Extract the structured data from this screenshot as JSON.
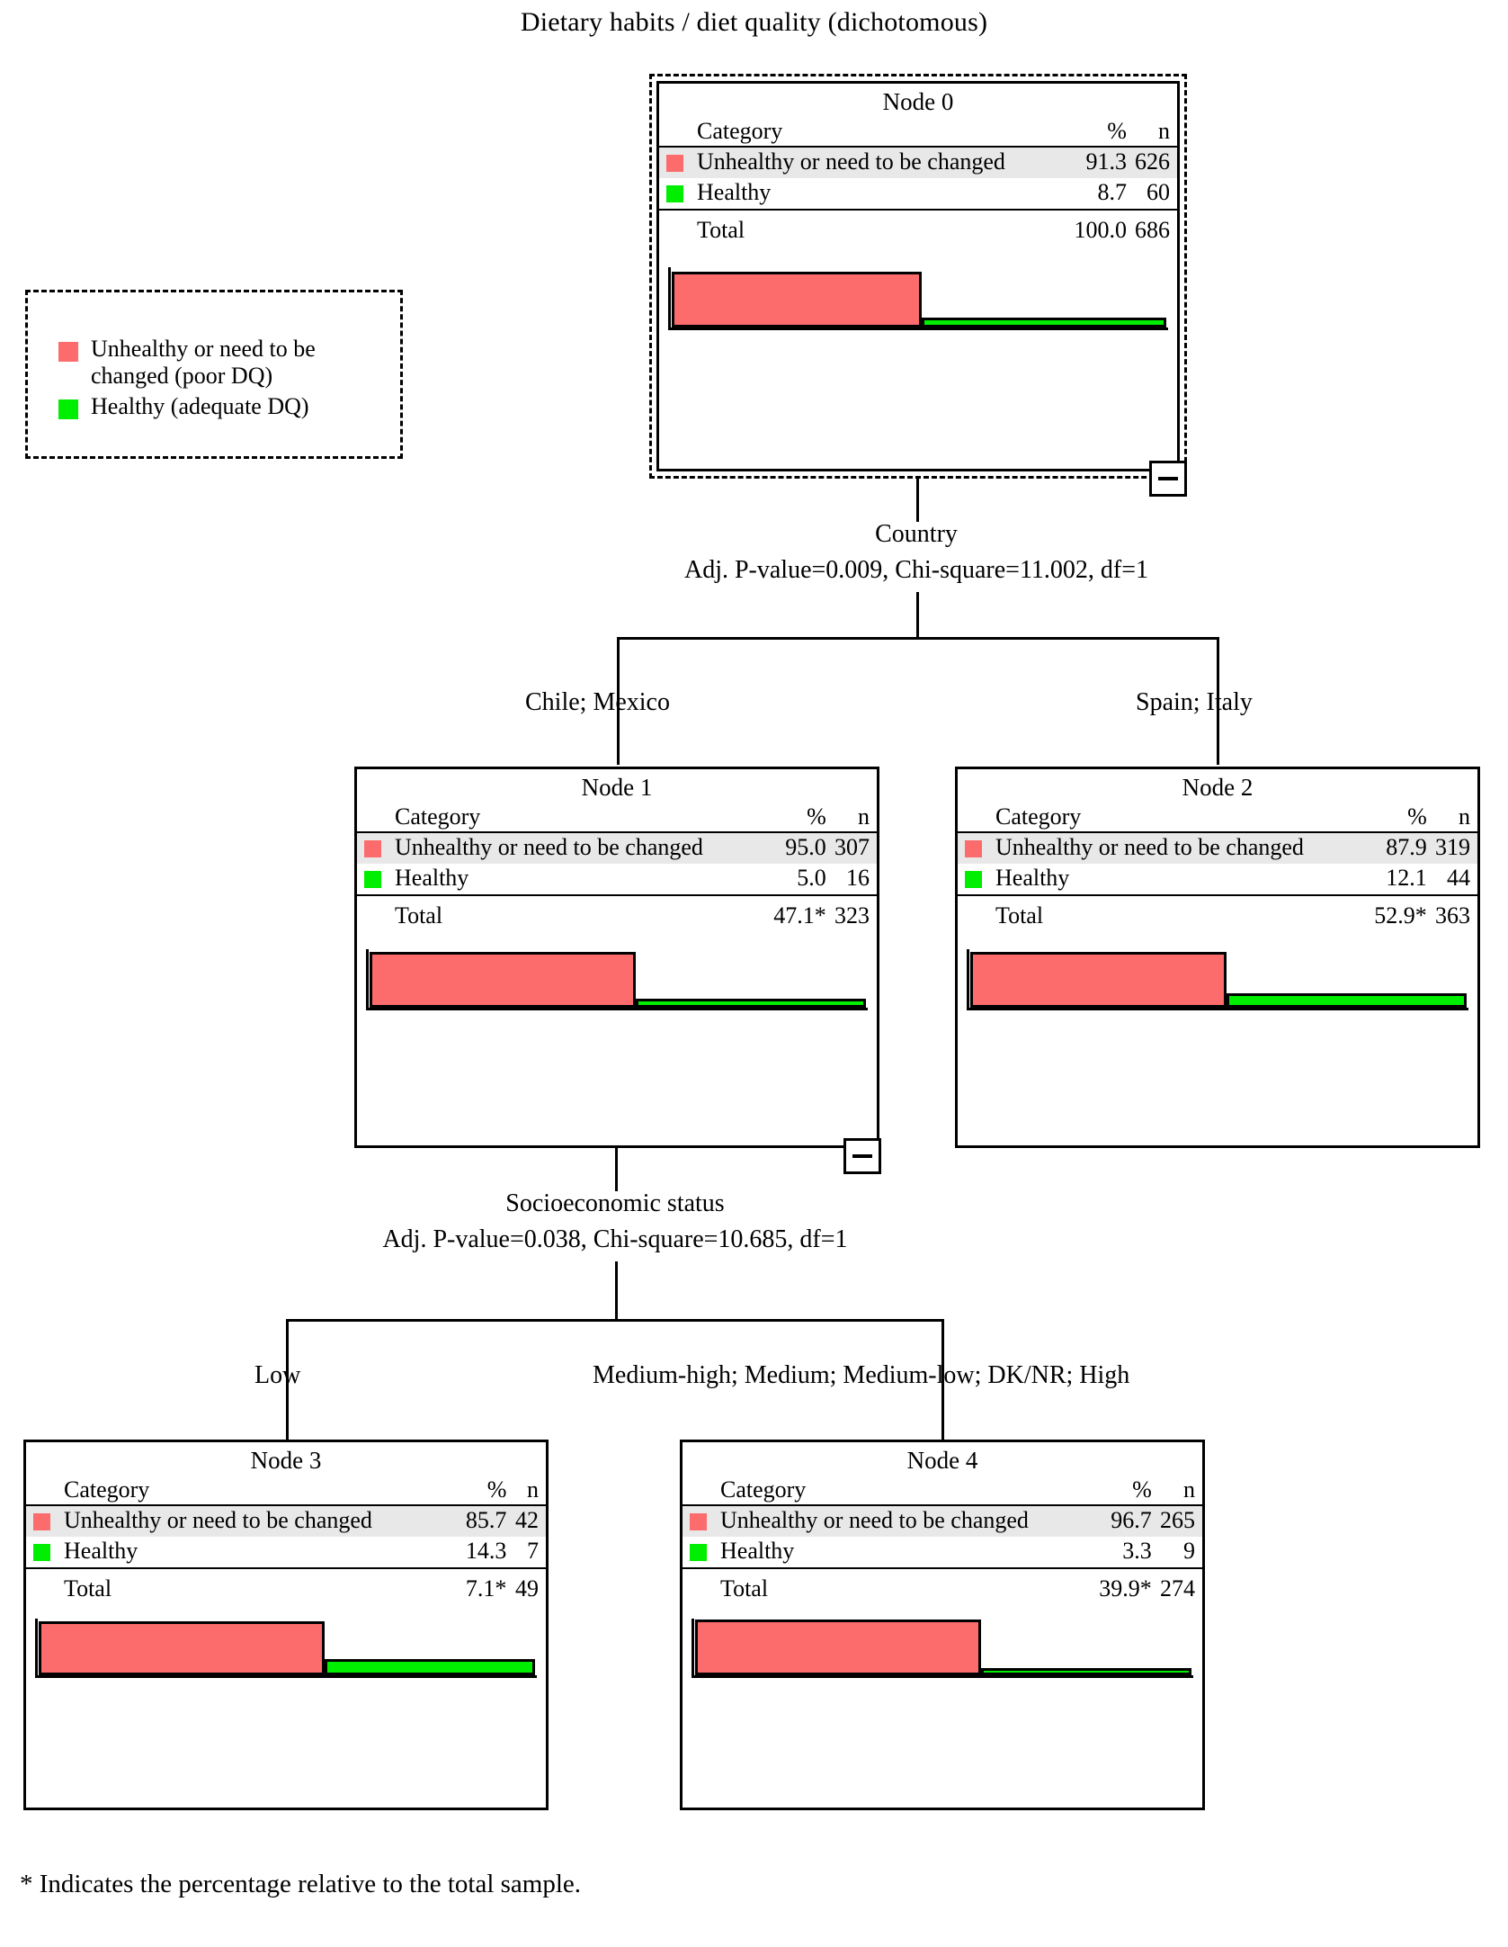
{
  "title": "Dietary habits / diet quality (dichotomous)",
  "colors": {
    "unhealthy": "#FC6C6C",
    "healthy": "#00EE00",
    "row_highlight": "#E8E8E8",
    "outline": "#000000"
  },
  "legend": {
    "name": "legend",
    "items": [
      {
        "swatch": "unhealthy-swatch",
        "label": "Unhealthy or need to be changed (poor DQ)"
      },
      {
        "swatch": "healthy-swatch",
        "label": "Healthy (adequate DQ)"
      }
    ]
  },
  "table_headers": {
    "category": "Category",
    "percent": "%",
    "n": "n",
    "total": "Total"
  },
  "nodes": {
    "node0": {
      "title": "Node 0",
      "rows": [
        {
          "label": "Unhealthy or need to be changed",
          "pct": "91.3",
          "n": "626"
        },
        {
          "label": "Healthy",
          "pct": "8.7",
          "n": "60"
        }
      ],
      "total": {
        "label": "Total",
        "pct": "100.0",
        "n": "686"
      },
      "bar": {
        "unhealthy_pct": 91.3,
        "healthy_pct": 8.7
      }
    },
    "node1": {
      "title": "Node 1",
      "rows": [
        {
          "label": "Unhealthy or need to be changed",
          "pct": "95.0",
          "n": "307"
        },
        {
          "label": "Healthy",
          "pct": "5.0",
          "n": "16"
        }
      ],
      "total": {
        "label": "Total",
        "pct": "47.1*",
        "n": "323"
      },
      "bar": {
        "unhealthy_pct": 95.0,
        "healthy_pct": 5.0
      }
    },
    "node2": {
      "title": "Node 2",
      "rows": [
        {
          "label": "Unhealthy or need to be changed",
          "pct": "87.9",
          "n": "319"
        },
        {
          "label": "Healthy",
          "pct": "12.1",
          "n": "44"
        }
      ],
      "total": {
        "label": "Total",
        "pct": "52.9*",
        "n": "363"
      },
      "bar": {
        "unhealthy_pct": 87.9,
        "healthy_pct": 12.1
      }
    },
    "node3": {
      "title": "Node 3",
      "rows": [
        {
          "label": "Unhealthy or need to be changed",
          "pct": "85.7",
          "n": "42"
        },
        {
          "label": "Healthy",
          "pct": "14.3",
          "n": "7"
        }
      ],
      "total": {
        "label": "Total",
        "pct": "7.1*",
        "n": "49"
      },
      "bar": {
        "unhealthy_pct": 85.7,
        "healthy_pct": 14.3
      }
    },
    "node4": {
      "title": "Node 4",
      "rows": [
        {
          "label": "Unhealthy or need to be changed",
          "pct": "96.7",
          "n": "265"
        },
        {
          "label": "Healthy",
          "pct": "3.3",
          "n": "9"
        }
      ],
      "total": {
        "label": "Total",
        "pct": "39.9*",
        "n": "274"
      },
      "bar": {
        "unhealthy_pct": 96.7,
        "healthy_pct": 3.3
      }
    }
  },
  "splits": {
    "split1": {
      "variable": "Country",
      "stats": "Adj. P-value=0.009, Chi-square=11.002, df=1",
      "left_label": "Chile; Mexico",
      "right_label": "Spain; Italy"
    },
    "split2": {
      "variable": "Socioeconomic status",
      "stats": "Adj. P-value=0.038, Chi-square=10.685, df=1",
      "left_label": "Low",
      "right_label": "Medium-high; Medium; Medium-low; DK/NR; High"
    }
  },
  "toggles": {
    "minus_glyph": "minus-icon"
  },
  "footnote": "* Indicates the percentage relative to the total sample.",
  "chart_data": {
    "type": "bar",
    "title": "Dietary habits / diet quality (dichotomous)",
    "categories": [
      "Node 0",
      "Node 1",
      "Node 2",
      "Node 3",
      "Node 4"
    ],
    "series": [
      {
        "name": "Unhealthy or need to be changed (poor DQ)",
        "values": [
          91.3,
          95.0,
          87.9,
          85.7,
          96.7
        ],
        "counts": [
          626,
          307,
          319,
          42,
          265
        ],
        "color": "#FC6C6C"
      },
      {
        "name": "Healthy (adequate DQ)",
        "values": [
          8.7,
          5.0,
          12.1,
          14.3,
          3.3
        ],
        "counts": [
          60,
          16,
          44,
          7,
          9
        ],
        "color": "#00EE00"
      }
    ],
    "node_totals": {
      "Node 0": 686,
      "Node 1": 323,
      "Node 2": 363,
      "Node 3": 49,
      "Node 4": 274
    },
    "node_total_pct_of_sample": {
      "Node 0": 100.0,
      "Node 1": 47.1,
      "Node 2": 52.9,
      "Node 3": 7.1,
      "Node 4": 39.9
    },
    "ylabel": "%",
    "xlabel": "",
    "ylim": [
      0,
      100
    ],
    "grid": false,
    "legend": "top-left"
  }
}
